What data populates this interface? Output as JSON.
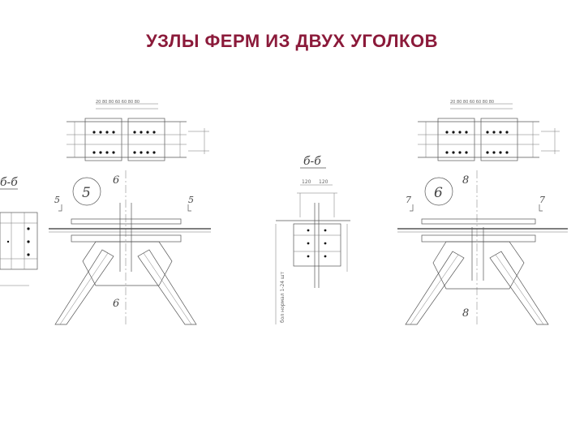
{
  "slide": {
    "title": "УЗЛЫ ФЕРМ ИЗ ДВУХ УГОЛКОВ",
    "title_color": "#8b1a3a"
  },
  "drawing": {
    "left_fragment": {
      "section_label": "б-б"
    },
    "node_1": {
      "callout_number": "5",
      "section_label": "6",
      "section_label_bottom": "6",
      "cut_label_left": "5",
      "cut_label_right": "5",
      "top_dimensions": "20 80 80 60 60 80 80"
    },
    "section_view": {
      "section_label": "б-б",
      "dimension_labels": [
        "120",
        "120"
      ],
      "side_note": "бол нормал 1-24 шт"
    },
    "node_2": {
      "callout_number": "6",
      "section_label": "8",
      "section_label_bottom": "8",
      "cut_label_left": "7",
      "cut_label_right": "7",
      "top_dimensions": "20 80 80 60 60 80 80"
    }
  }
}
